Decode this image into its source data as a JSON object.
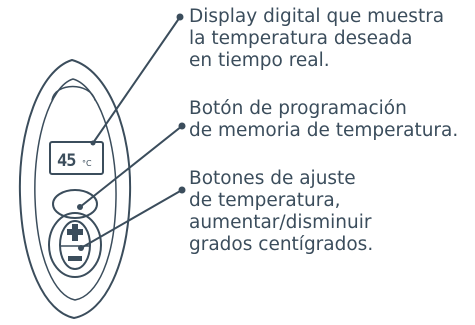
{
  "device": {
    "display_value": "45",
    "display_unit": "°C"
  },
  "callouts": [
    {
      "lines": [
        "Display digital que muestra",
        "la temperatura deseada",
        "en tiempo real."
      ]
    },
    {
      "lines": [
        "Botón de programación",
        "de memoria de temperatura."
      ]
    },
    {
      "lines": [
        "Botones de ajuste",
        "de temperatura,",
        "aumentar/disminuir",
        "grados centígrados."
      ]
    }
  ],
  "colors": {
    "line": "#3b4d5c",
    "background": "#ffffff"
  }
}
